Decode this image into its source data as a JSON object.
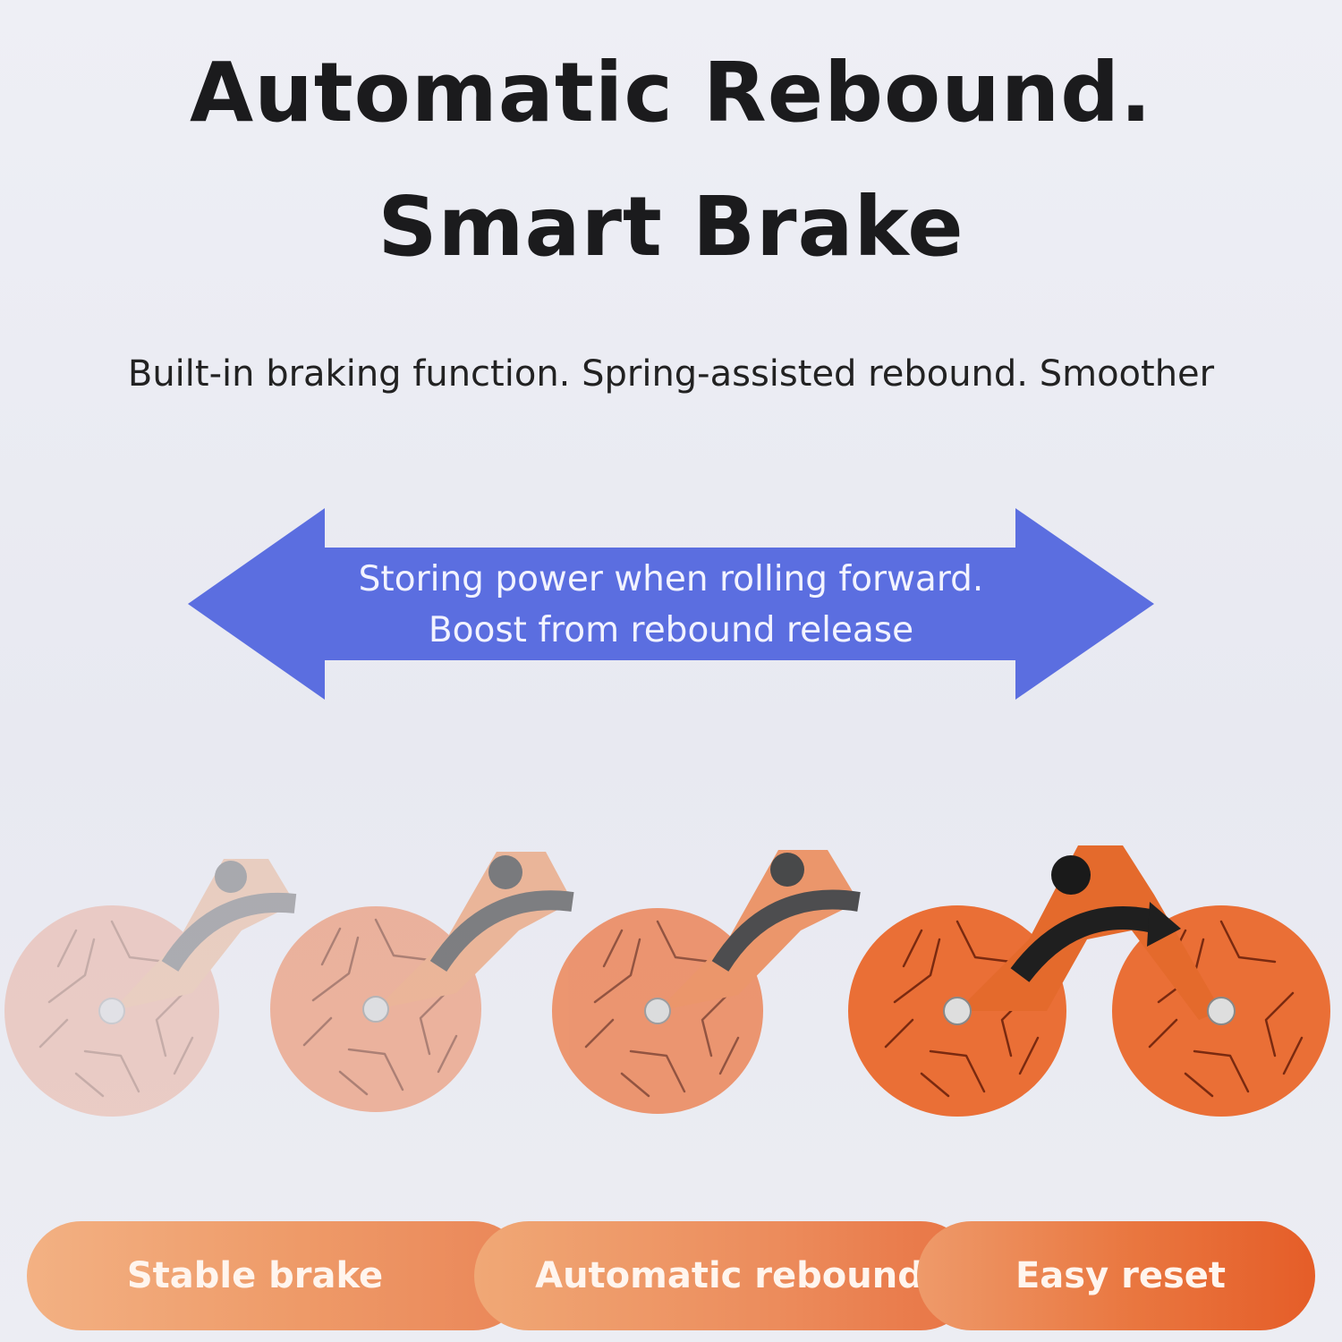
{
  "heading": {
    "line1": "Automatic Rebound.",
    "line2": "Smart Brake"
  },
  "subtitle": "Built-in braking function. Spring-assisted rebound. Smoother",
  "arrow": {
    "line1": "Storing power when rolling forward.",
    "line2": "Boost from rebound release",
    "color": "#5b6ee0"
  },
  "features": [
    "Stable brake",
    "Automatic rebound",
    "Easy reset"
  ],
  "colors": {
    "product": "#e8703a",
    "background": "#eceef4"
  }
}
